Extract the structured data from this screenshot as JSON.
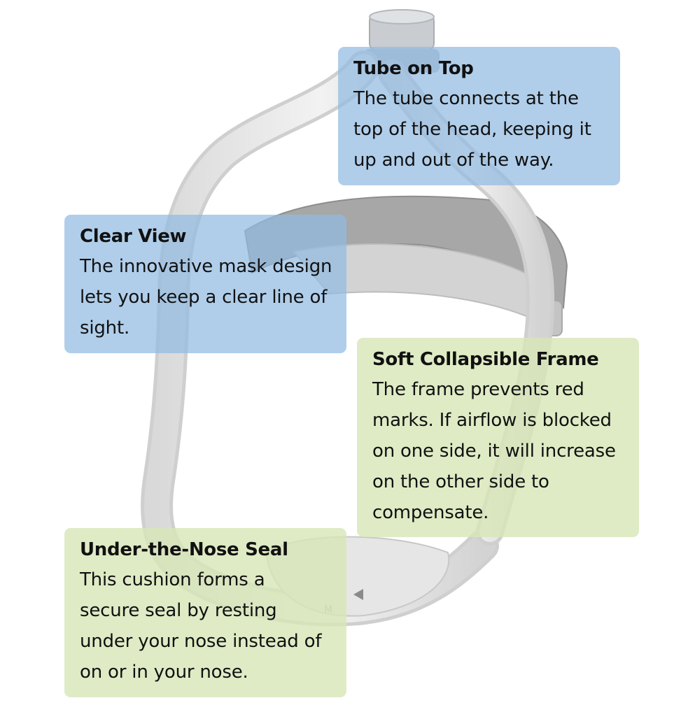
{
  "callouts": {
    "tube_on_top": {
      "title": "Tube on Top",
      "lines": [
        "The tube connects at the",
        "top of the head, keeping it",
        "up and out of the way."
      ]
    },
    "clear_view": {
      "title": "Clear View",
      "lines": [
        "The innovative mask design",
        "lets you keep a clear line of",
        "sight."
      ]
    },
    "soft_frame": {
      "title": "Soft Collapsible Frame",
      "lines": [
        "The frame prevents red",
        "marks. If airflow is blocked",
        "on one side, it will increase",
        "on the other side to",
        "compensate."
      ]
    },
    "nose_seal": {
      "title": "Under-the-Nose Seal",
      "lines": [
        "This cushion forms a",
        "secure seal by resting",
        "under your nose instead of",
        "on or in your nose."
      ]
    }
  },
  "cushion_marking": "M",
  "colors": {
    "blue_box": "#92BBE2",
    "green_box": "#D7E6B7",
    "frame": "#E4E4E4",
    "strap": "#9A9A9A"
  }
}
